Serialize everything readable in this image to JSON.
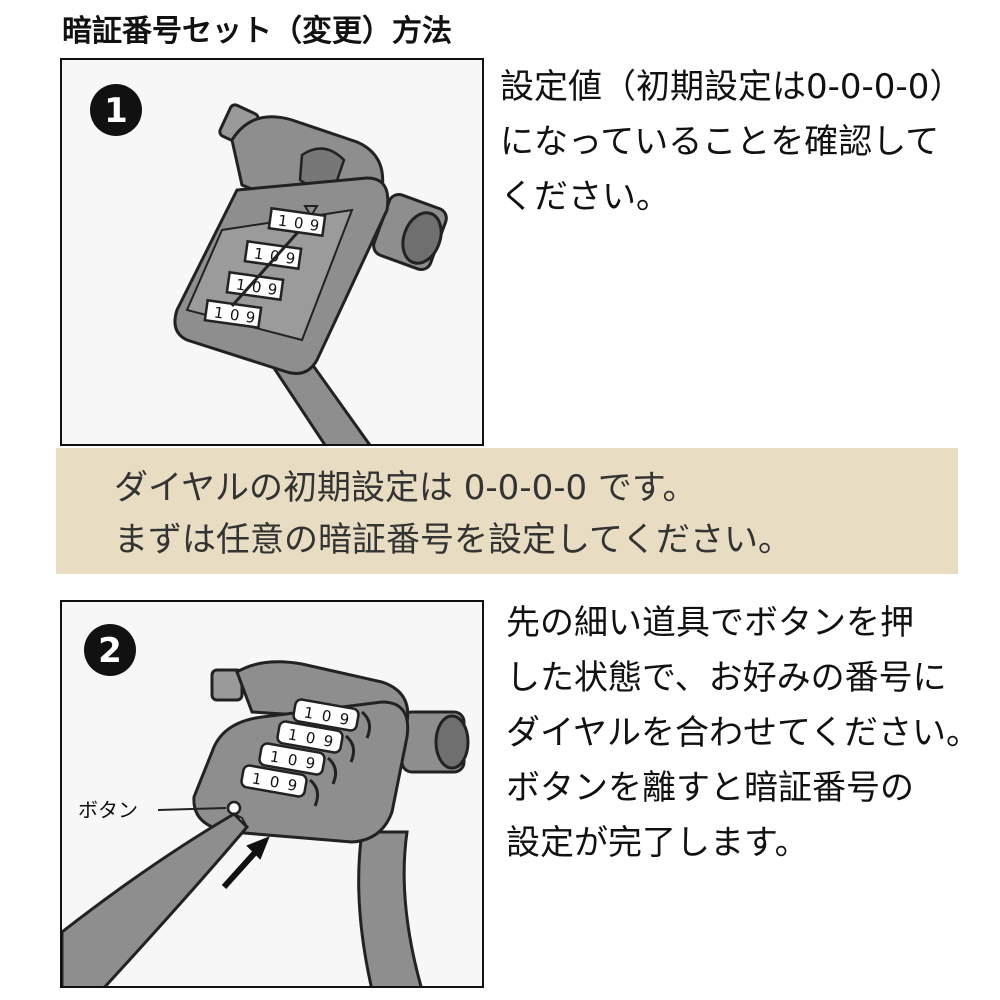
{
  "title": "暗証番号セット（変更）方法",
  "step1": {
    "number": "1",
    "lines": [
      "設定値（初期設定は0-0-0-0）",
      "になっていることを確認して",
      "ください。"
    ],
    "dial_digits": [
      "1",
      "0",
      "9"
    ]
  },
  "notice": {
    "line1": "ダイヤルの初期設定は 0-0-0-0 です。",
    "line2": "まずは任意の暗証番号を設定してください。"
  },
  "step2": {
    "number": "2",
    "lines": [
      "先の細い道具でボタンを押",
      "した状態で、お好みの番号に",
      "ダイヤルを合わせてください。",
      "ボタンを離すと暗証番号の",
      "設定が完了します。"
    ],
    "button_label": "ボタン",
    "dial_digits": [
      "1",
      "0",
      "9"
    ]
  },
  "colors": {
    "notice_bg": "#e8dcc3",
    "lock_body": "#8e8e8e",
    "panel_bg": "#f7f7f7"
  }
}
